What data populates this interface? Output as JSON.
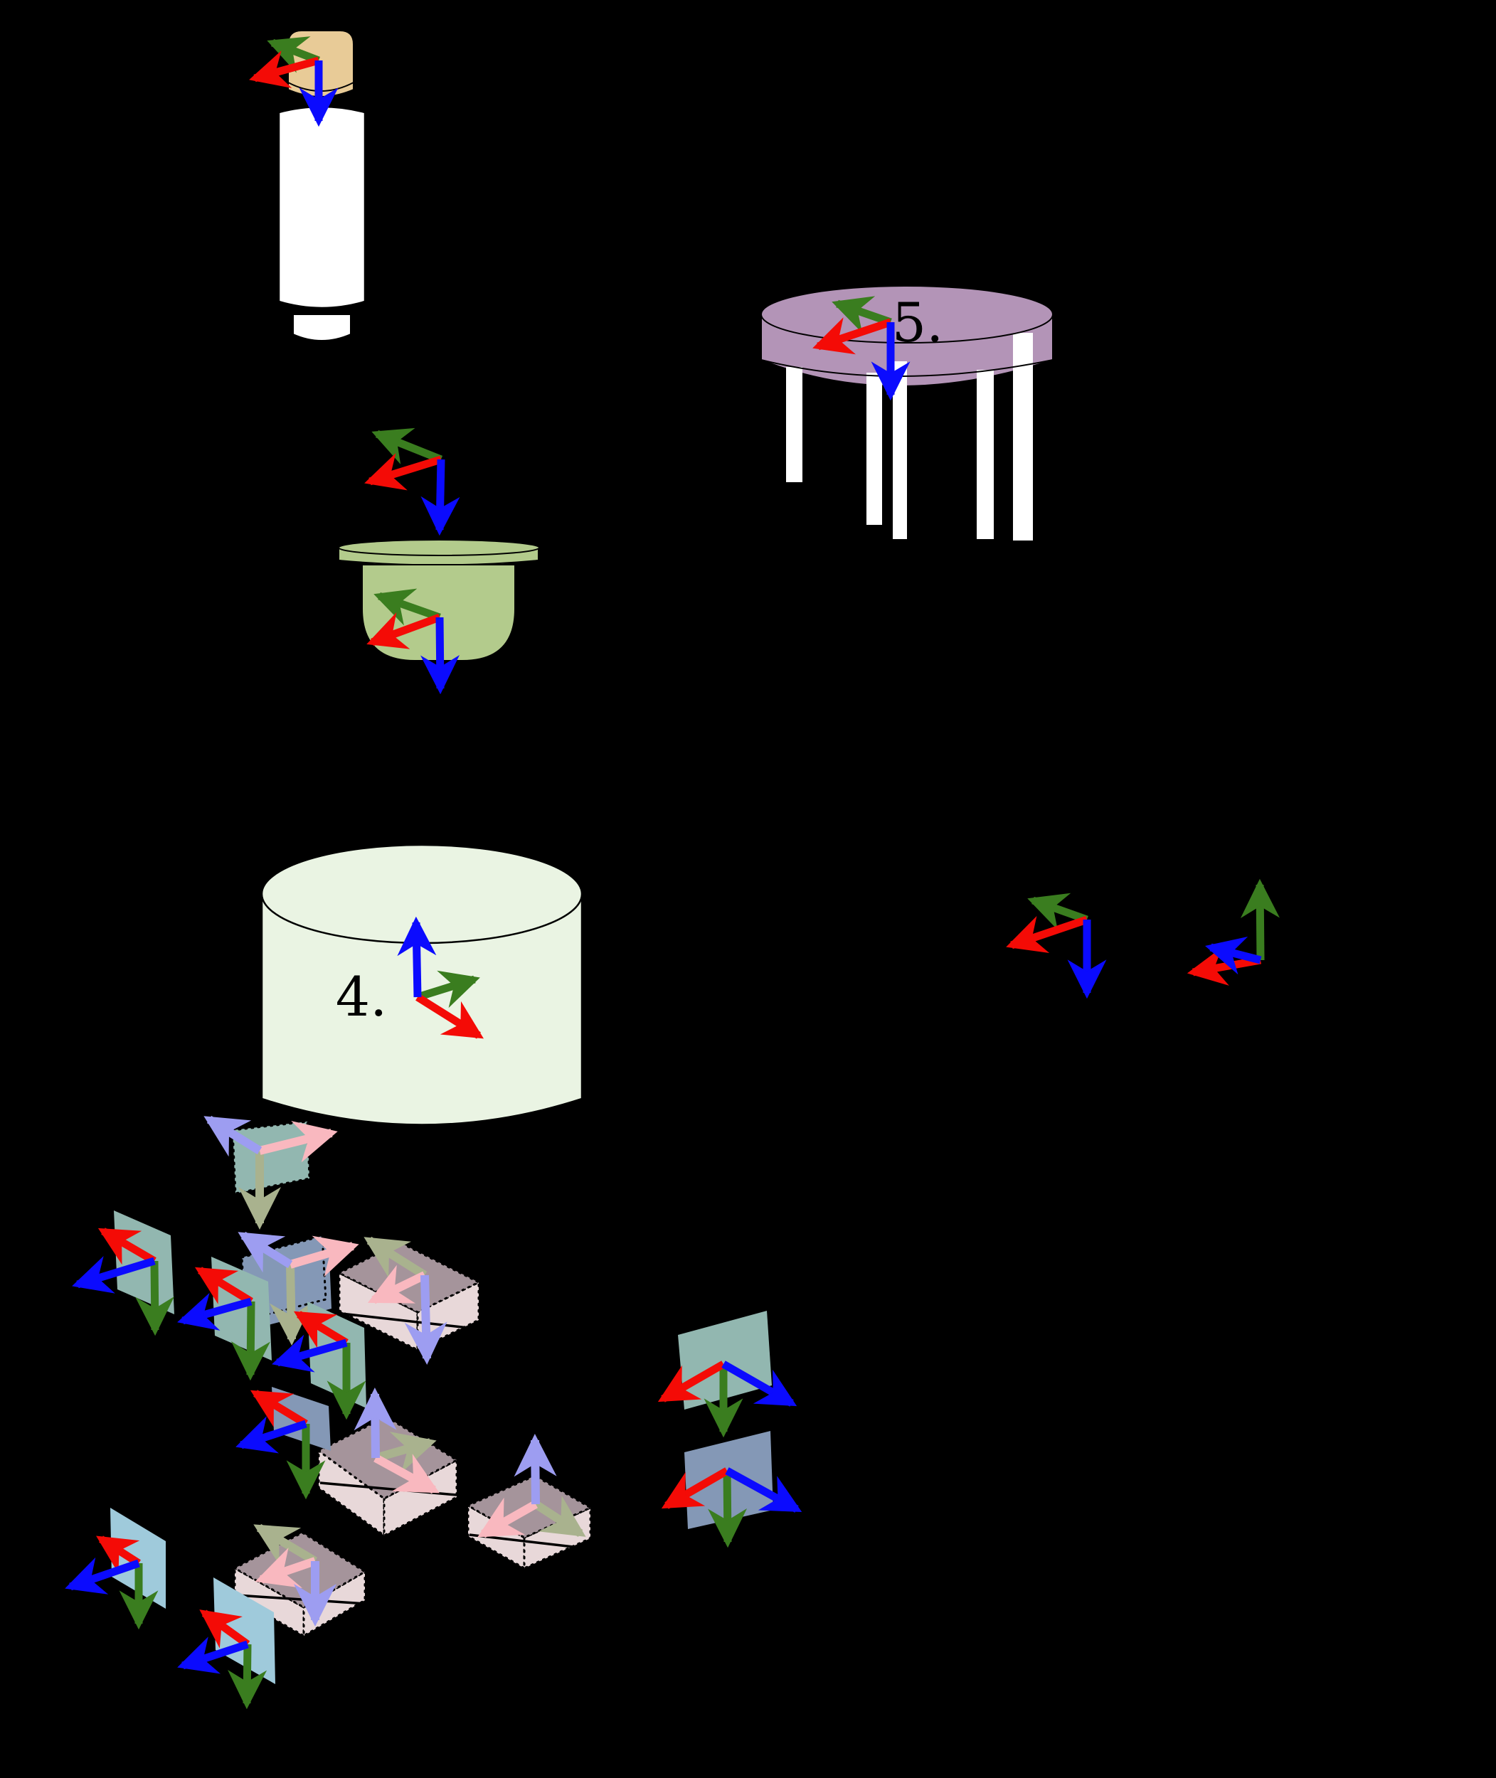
{
  "figure": {
    "background": "#000000",
    "labels": {
      "station_cylinder": "4.",
      "legged_fixture": "5."
    },
    "axes_legend": {
      "x_axis": "red",
      "y_axis": "green",
      "z_axis": "blue"
    },
    "colors": {
      "axis_x": "#f40b06",
      "axis_y": "#3a7d1f",
      "axis_z": "#0b0bfe",
      "axis_x_pale": "#f9b8bf",
      "axis_y_pale": "#a9b28e",
      "axis_z_pale": "#9d9df1",
      "sensor_cap": "#e8cb97",
      "sensor_body": "#ffffff",
      "dome": "#b3cb8c",
      "fixture": "#b394b7",
      "station_cylinder": "#eaf4e3",
      "plane_teal": "#92b7b0",
      "plane_lightblue": "#9fcadb",
      "plane_bluegray": "#8498b6",
      "box_top": "#a5949b",
      "box_front": "#e8d8d9",
      "outline": "#000000"
    },
    "components": [
      {
        "name": "camera-sensor"
      },
      {
        "name": "floating-frame"
      },
      {
        "name": "dome-sensor"
      },
      {
        "name": "legged-fixture",
        "label": "5."
      },
      {
        "name": "station-cylinder",
        "label": "4."
      },
      {
        "name": "free-frame-left"
      },
      {
        "name": "free-frame-right"
      },
      {
        "name": "scan-planes-cluster"
      },
      {
        "name": "scan-boxes-cluster"
      },
      {
        "name": "stacked-planes-pair"
      }
    ]
  }
}
